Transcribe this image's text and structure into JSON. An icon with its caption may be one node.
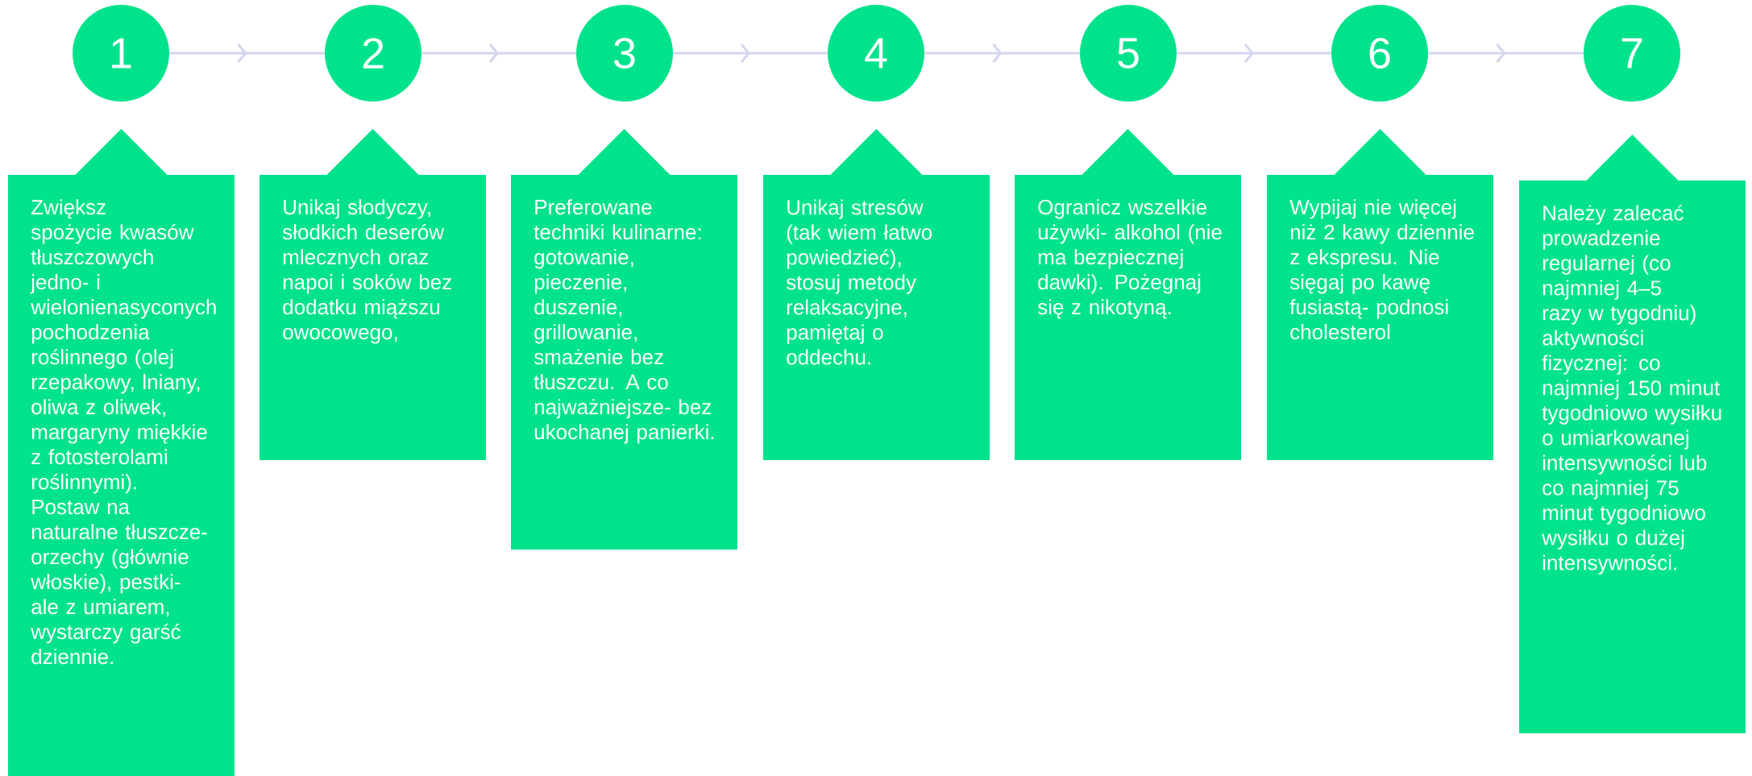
{
  "diagram": {
    "nodes": [
      {
        "text": [
          "1"
        ]
      },
      {
        "text": [
          "2"
        ]
      },
      {
        "text": [
          "3"
        ]
      },
      {
        "text": [
          "4"
        ]
      },
      {
        "text": [
          "5"
        ]
      },
      {
        "text": [
          "6"
        ]
      },
      {
        "text": [
          "7"
        ]
      },
      {
        "text": [
          "Zwiększ spożycie kwasów tłuszczowych jedno- i wielonienasyconych pochodzenia roślinnego (olej rzepakowy, lniany, oliwa z oliwek, margaryny miękkie z fotosterolami roślinnymi). Postaw na naturalne tłuszcze- orzechy (głównie włoskie), pestki- ale z umiarem, wystarczy garść dziennie."
        ]
      },
      {
        "text": [
          "Unikaj słodyczy, słodkich deserów mlecznych oraz napoi i soków bez dodatku miąższu owocowego,"
        ]
      },
      {
        "text": [
          "Preferowane techniki kulinarne: gotowanie, pieczenie, duszenie, grillowanie, smażenie bez tłuszczu. A co najważniejsze- bez ukochanej panierki."
        ]
      },
      {
        "text": [
          "Unikaj stresów (tak wiem łatwo powiedzieć), stosuj metody relaksacyjne, pamiętaj o oddechu."
        ]
      },
      {
        "text": [
          "Ogranicz wszelkie używki- alkohol (nie ma bezpiecznej dawki). Pożegnaj się z nikotyną."
        ]
      },
      {
        "text": [
          "Wypijaj nie więcej niż 2 kawy dziennie z ekspresu. Nie sięgaj po kawę fusiastą- podnosi cholesterol"
        ]
      },
      {
        "text": [
          "Należy zalecać prowadzenie regularnej (co najmniej 4–5 razy w tygodniu) aktywności fizycznej: co najmniej 150 minut tygodniowo wysiłku o umiarkowanej intensywności lub co najmniej 75 minut tygodniowo wysiłku o dużej intensywności."
        ]
      }
    ],
    "edges": [
      {
        "from": 0,
        "to": 1,
        "arrow": "to"
      },
      {
        "from": 1,
        "to": 2,
        "arrow": "to"
      },
      {
        "from": 2,
        "to": 3,
        "arrow": "to"
      },
      {
        "from": 3,
        "to": 4,
        "arrow": "to"
      },
      {
        "from": 4,
        "to": 5,
        "arrow": "to"
      },
      {
        "from": 5,
        "to": 6,
        "arrow": "to"
      }
    ]
  }
}
